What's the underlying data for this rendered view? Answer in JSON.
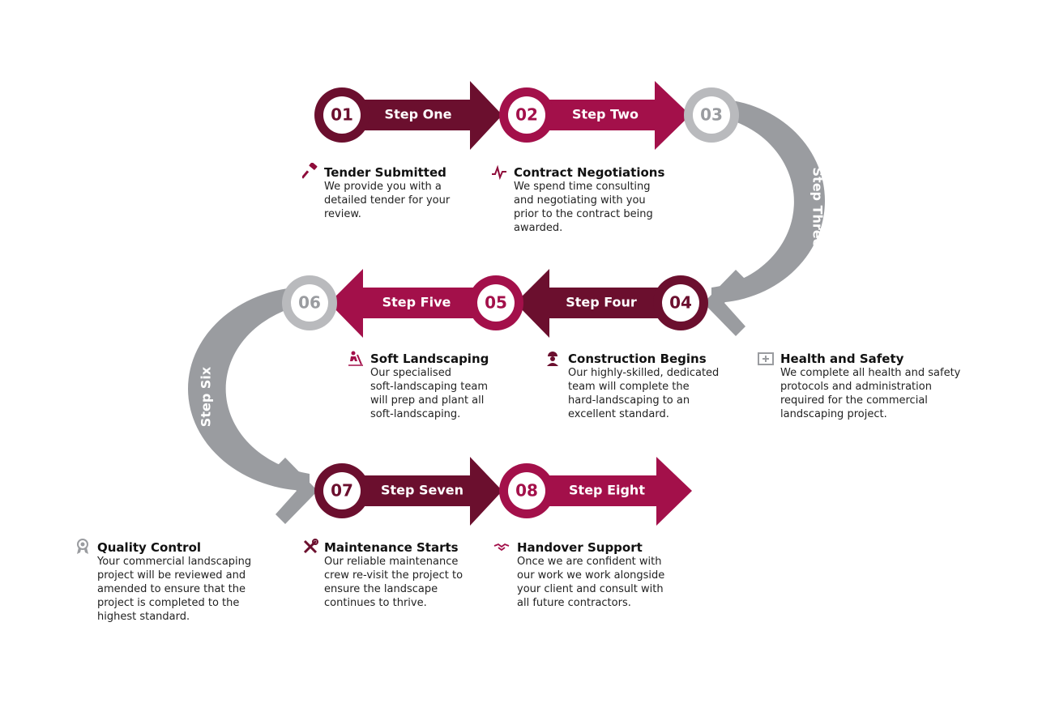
{
  "colors": {
    "maroon_dark": "#6b0f2e",
    "maroon": "#8e0c3a",
    "crimson": "#a3104a",
    "grey": "#9a9ca0",
    "grey_light": "#b9babd"
  },
  "steps": [
    {
      "num": "01",
      "label": "Step One"
    },
    {
      "num": "02",
      "label": "Step Two"
    },
    {
      "num": "03",
      "label": "Step Three"
    },
    {
      "num": "04",
      "label": "Step Four"
    },
    {
      "num": "05",
      "label": "Step Five"
    },
    {
      "num": "06",
      "label": "Step Six"
    },
    {
      "num": "07",
      "label": "Step Seven"
    },
    {
      "num": "08",
      "label": "Step Eight"
    }
  ],
  "descriptions": [
    {
      "icon": "gavel-icon",
      "title": "Tender Submitted",
      "text": "We provide you with a\ndetailed tender for your\nreview."
    },
    {
      "icon": "handshake-chart-icon",
      "title": "Contract Negotiations",
      "text": "We spend time consulting\nand negotiating with you\nprior to the contract being\nawarded."
    },
    {
      "icon": "first-aid-icon",
      "title": "Health and Safety",
      "text": "We complete all health and safety\nprotocols and administration\nrequired for the commercial\nlandscaping project."
    },
    {
      "icon": "worker-icon",
      "title": "Construction Begins",
      "text": "Our highly-skilled, dedicated\nteam will complete the\nhard-landscaping to an\nexcellent standard."
    },
    {
      "icon": "digging-icon",
      "title": "Soft Landscaping",
      "text": "Our specialised\nsoft-landscaping team\nwill prep and plant all\nsoft-landscaping."
    },
    {
      "icon": "award-icon",
      "title": "Quality Control",
      "text": "Your commercial landscaping\nproject will be reviewed and\namended to ensure that the\nproject is completed to the\nhighest standard."
    },
    {
      "icon": "tools-icon",
      "title": "Maintenance Starts",
      "text": "Our reliable maintenance\ncrew re-visit the project to\nensure the landscape\ncontinues to thrive."
    },
    {
      "icon": "handshake-icon",
      "title": "Handover Support",
      "text": "Once we are confident with\nour work we work alongside\nyour client and consult with\nall future contractors."
    }
  ]
}
